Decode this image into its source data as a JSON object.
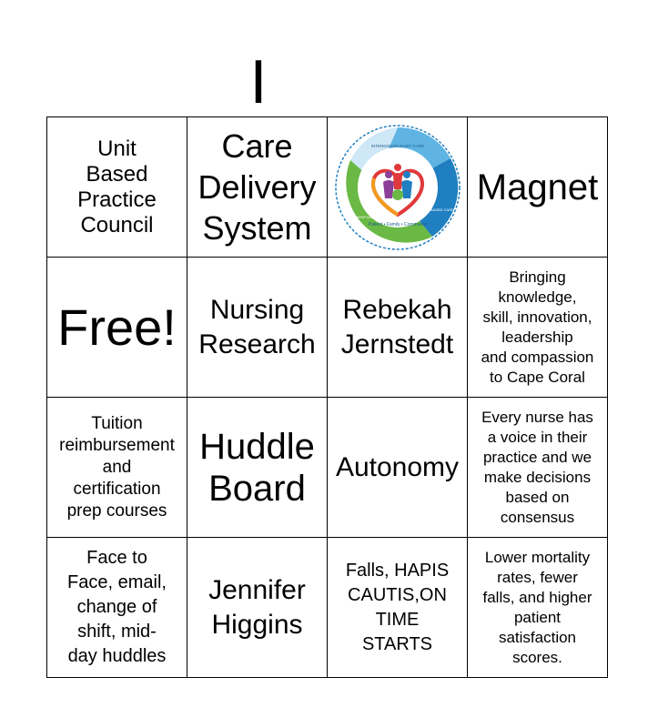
{
  "title": "I",
  "board": {
    "cells": [
      [
        "Unit\nBased\nPractice\nCouncil",
        "Care\nDelivery\nSystem",
        "",
        "Magnet"
      ],
      [
        "Free!",
        "Nursing\nResearch",
        "Rebekah\nJernstedt",
        "Bringing\nknowledge,\nskill, innovation,\nleadership\nand compassion\nto Cape Coral"
      ],
      [
        "Tuition\nreimbursement\nand\ncertification\nprep courses",
        "Huddle\nBoard",
        "Autonomy",
        "Every nurse has\na voice in their\npractice and we\nmake decisions\nbased on\nconsensus"
      ],
      [
        "Face to\nFace, email,\nchange of\nshift, mid-\nday huddles",
        "Jennifer\nHiggins",
        "Falls, HAPIS\nCAUTIS,ON\nTIME\nSTARTS",
        "Lower mortality\nrates, fewer\nfalls, and higher\npatient\nsatisfaction\nscores."
      ]
    ]
  },
  "logo": {
    "center_text": "Patient • Family • Community",
    "segments": [
      "INTERDISCIPLINARY CARE",
      "EVIDENCE BASED CARE",
      "RELATIONSHIP BASED CARE"
    ],
    "colors": {
      "blue": "#1f7fc0",
      "light_blue": "#5fb4e3",
      "green": "#6ab945",
      "red": "#e0393b",
      "orange": "#f39a1f",
      "purple": "#8b3f96"
    }
  }
}
